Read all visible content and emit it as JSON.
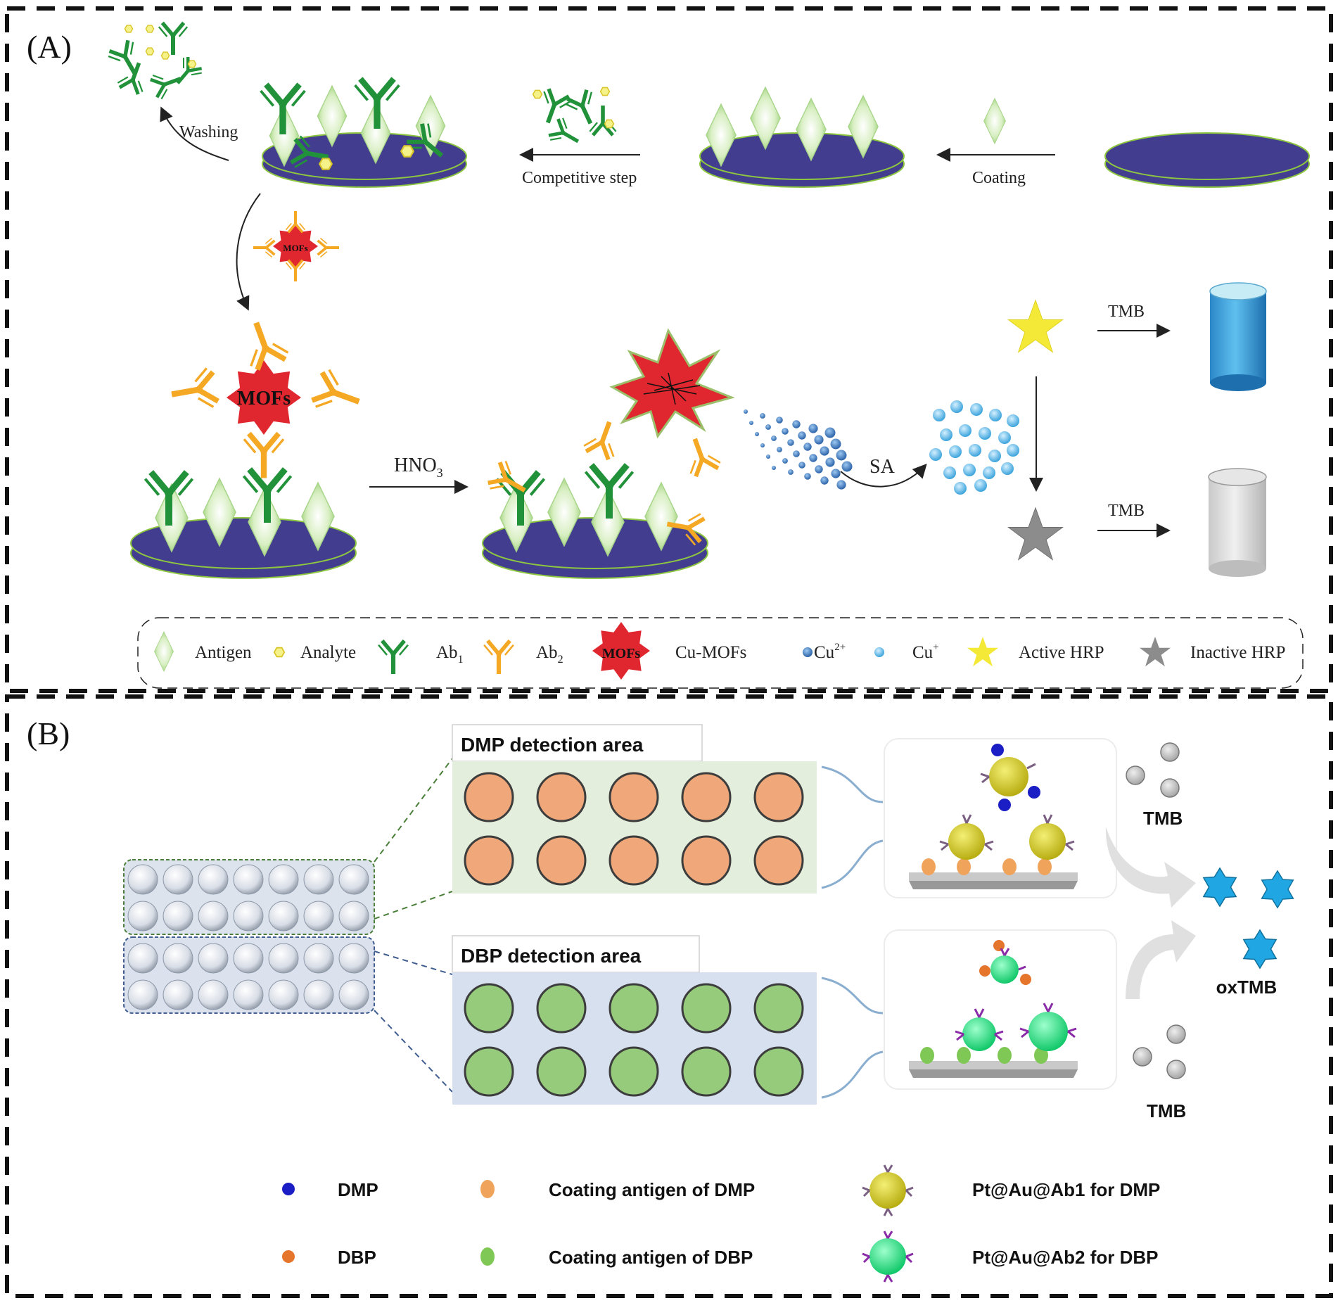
{
  "panel_a": {
    "label": "(A)",
    "step_labels": {
      "washing": "Washing",
      "competitive": "Competitive step",
      "coating": "Coating",
      "hno3_main": "HNO",
      "hno3_sub": "3",
      "sa": "SA",
      "tmb_top": "TMB",
      "tmb_bottom": "TMB",
      "mofs_small": "MOFs",
      "mofs_large": "MOFs"
    },
    "legend": {
      "antigen": "Antigen",
      "analyte": "Analyte",
      "ab1_main": "Ab",
      "ab1_sub": "1",
      "ab2_main": "Ab",
      "ab2_sub": "2",
      "mofs_icon": "MOFs",
      "cu_mofs": "Cu-MOFs",
      "cu2_main": "Cu",
      "cu2_sup": "2+",
      "cu1_main": "Cu",
      "cu1_sup": "+",
      "active_hrp": "Active HRP",
      "inactive_hrp": "Inactive HRP"
    }
  },
  "panel_b": {
    "label": "(B)",
    "dmp_area": "DMP detection area",
    "dbp_area": "DBP detection area",
    "tmb_top": "TMB",
    "tmb_bottom": "TMB",
    "oxtmb": "oxTMB",
    "legend": {
      "dmp": "DMP",
      "dbp": "DBP",
      "coat_dmp": "Coating antigen of DMP",
      "coat_dbp": "Coating antigen of DBP",
      "probe_dmp": "Pt@Au@Ab1 for DMP",
      "probe_dbp": "Pt@Au@Ab2 for DBP"
    }
  },
  "colors": {
    "plate": "#433d8f",
    "plate_rim": "#8dc63f",
    "ab1": "#22923a",
    "ab2": "#f4a824",
    "mofs": "#e0262e",
    "active_hrp": "#f3e936",
    "inactive_hrp": "#8c8c8c",
    "cu2": "#2e6fb7",
    "cu1": "#3fa7e0",
    "dmp_well": "#f0a87a",
    "dbp_well": "#95cb7a",
    "oxtmb": "#20a7e3"
  }
}
